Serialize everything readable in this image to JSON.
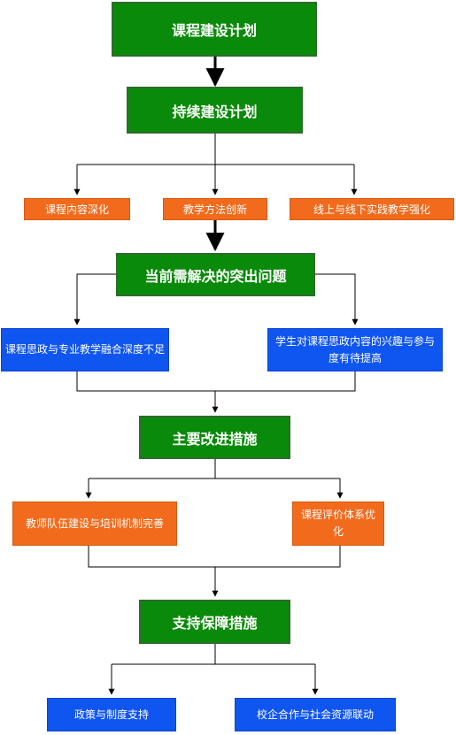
{
  "diagram": {
    "nodes": {
      "plan": "课程建设计划",
      "continuous": "持续建设计划",
      "content_deepen": "课程内容深化",
      "method_innovation": "教学方法创新",
      "online_offline": "线上与线下实践教学强化",
      "current_problems": "当前需解决的突出问题",
      "integration_depth": "课程思政与专业教学融合深度不足",
      "student_interest": "学生对课程思政内容的兴趣与参与度有待提高",
      "improvements": "主要改进措施",
      "teacher_training": "教师队伍建设与培训机制完善",
      "evaluation": "课程评价体系优化",
      "support": "支持保障措施",
      "policy": "政策与制度支持",
      "school_enterprise": "校企合作与社会资源联动"
    }
  }
}
